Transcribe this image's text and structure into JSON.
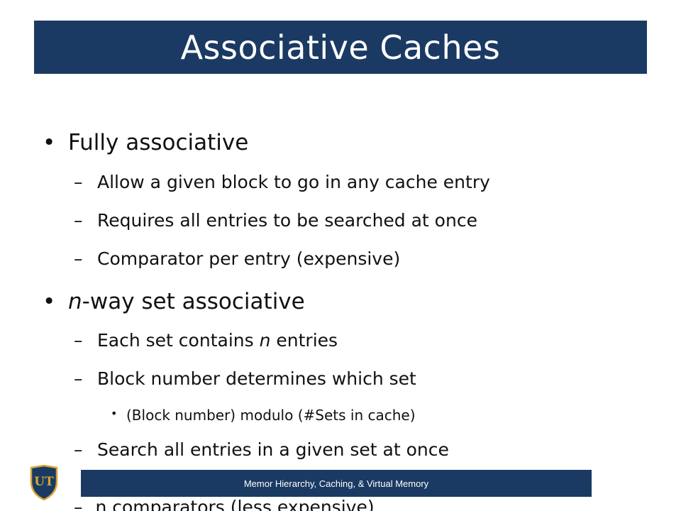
{
  "slide": {
    "title": "Associative Caches",
    "bullets": [
      {
        "mark": "•",
        "text": "Fully associative"
      },
      {
        "mark": "–",
        "text": "Allow a given block to go in any cache entry"
      },
      {
        "mark": "–",
        "text": "Requires all entries to be searched at once"
      },
      {
        "mark": "–",
        "text": "Comparator per entry (expensive)"
      },
      {
        "mark": "•",
        "italic": "n",
        "text": "-way set associative"
      },
      {
        "mark": "–",
        "pre": "Each set contains ",
        "italic": "n",
        "text": " entries"
      },
      {
        "mark": "–",
        "text": "Block number determines which set"
      },
      {
        "mark": "•",
        "text": "(Block number) modulo (#Sets in cache)"
      },
      {
        "mark": "–",
        "text": "Search all entries in a given set at once"
      },
      {
        "mark": "–",
        "text": "n comparators (less expensive)"
      }
    ]
  },
  "footer": {
    "text": "Memor Hierarchy, Caching, & Virtual Memory",
    "logo_letters": "UT"
  },
  "colors": {
    "bar": "#1b3a63",
    "logo_gold": "#d8a531"
  }
}
